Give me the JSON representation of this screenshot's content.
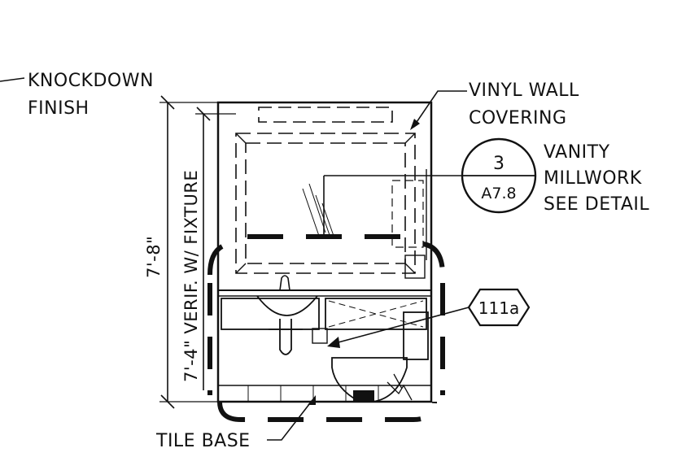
{
  "annotations": {
    "knockdown_line1": "KNOCKDOWN",
    "knockdown_line2": "FINISH",
    "vinyl_line1": "VINYL WALL",
    "vinyl_line2": "COVERING",
    "vanity_line1": "VANITY",
    "vanity_line2": "MILLWORK",
    "vanity_line3": "SEE DETAIL",
    "tile_base": "TILE BASE"
  },
  "detail_callout": {
    "number": "3",
    "sheet": "A7.8"
  },
  "equipment_tag": "111a",
  "dimensions": {
    "overall_height": "7'-8\"",
    "fixture_height": "7'-4\" VERIF. W/ FIXTURE"
  }
}
